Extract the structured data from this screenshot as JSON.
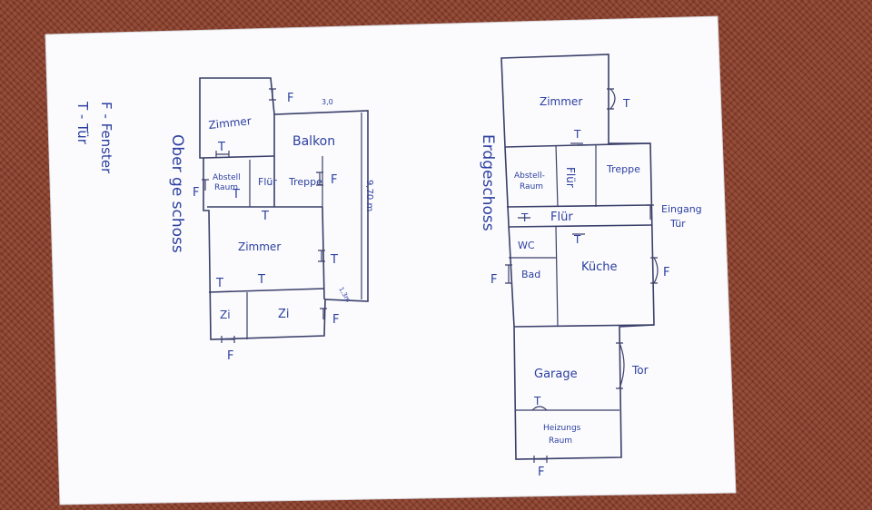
{
  "colors": {
    "ink": "#2b3fa0",
    "pencil": "#3a3f6a",
    "paper": "#fbfbfd",
    "carpet": "#8a3e2c"
  },
  "legend": {
    "fenster": "F - Fenster",
    "tuer": "T - Tür"
  },
  "upper_floor": {
    "title": "Ober ge schoss",
    "rooms": {
      "zimmer_top": "Zimmer",
      "balkon": "Balkon",
      "abstellraum_1": "Abstell",
      "abstellraum_2": "Raum",
      "flur": "Flür",
      "treppe": "Treppe",
      "zimmer_mid": "Zimmer",
      "zi_left": "Zi",
      "zi_right": "Zi"
    },
    "dims": {
      "width": "3,0",
      "length": "9,70 m",
      "depth": "1,3m"
    }
  },
  "ground_floor": {
    "title": "Erdgeschoss",
    "rooms": {
      "zimmer": "Zimmer",
      "abstellraum_1": "Abstell-",
      "abstellraum_2": "Raum",
      "flur_vertical": "Flür",
      "treppe": "Treppe",
      "flur": "Flür",
      "wc": "WC",
      "bad": "Bad",
      "kueche": "Küche",
      "garage": "Garage",
      "heizung_1": "Heizungs",
      "heizung_2": "Raum"
    },
    "tor": "Tor",
    "eingang_1": "Eingang",
    "eingang_2": "Tür"
  },
  "marks": {
    "window": "F",
    "door": "T"
  }
}
